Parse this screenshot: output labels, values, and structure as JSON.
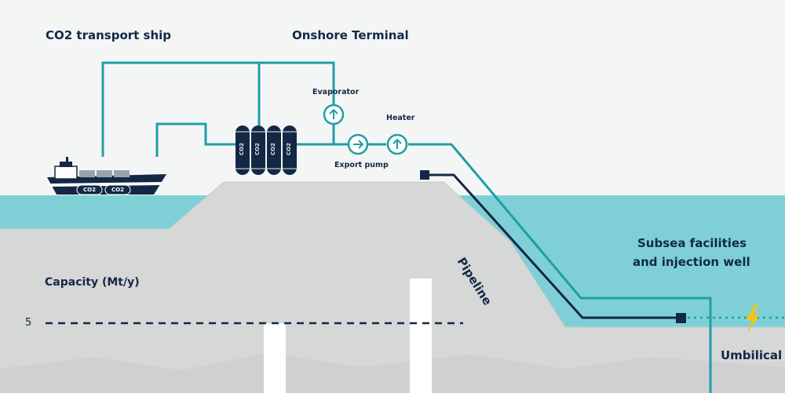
{
  "labels": {
    "ship": "CO2 transport ship",
    "terminal": "Onshore Terminal",
    "evaporator": "Evaporator",
    "heater": "Heater",
    "export_pump": "Export pump",
    "pipeline": "Pipeline",
    "subsea_line1": "Subsea facilities",
    "subsea_line2": "and injection well",
    "umbilical": "Umbilical",
    "capacity": "Capacity (Mt/y)",
    "capacity_tick": "5",
    "tank_label": "CO2",
    "ship_hold_label": "CO2"
  },
  "colors": {
    "sea": "#7fd0d6",
    "ground": "#d6d7d7",
    "pipe": "#1f9ea6",
    "navy": "#132845",
    "lightning": "#f2c21b"
  }
}
